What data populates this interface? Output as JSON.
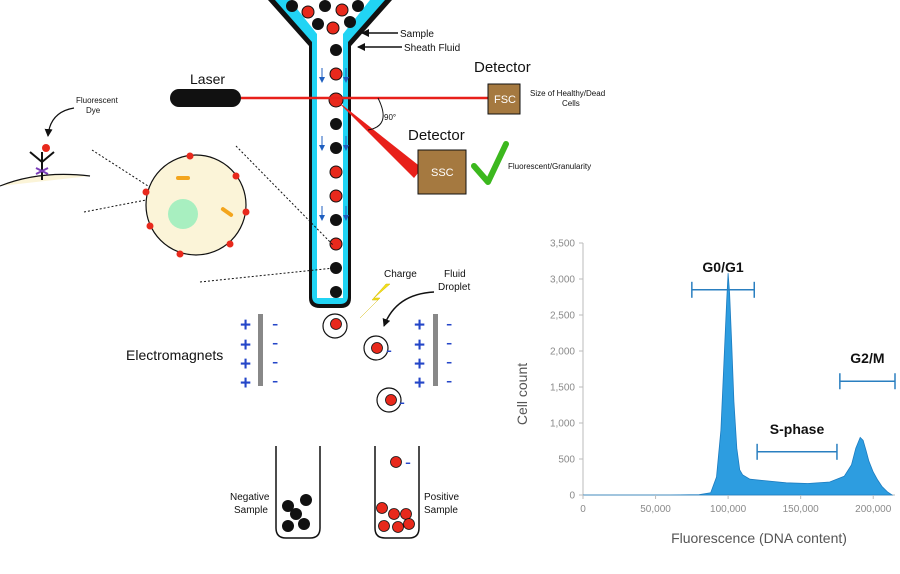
{
  "labels": {
    "sample": "Sample",
    "sheath_fluid": "Sheath Fluid",
    "laser": "Laser",
    "detector_fsc": "Detector",
    "fsc": "FSC",
    "fsc_desc_1": "Size of Healthy/Dead",
    "fsc_desc_2": "Cells",
    "angle": "90°",
    "detector_ssc": "Detector",
    "ssc": "SSC",
    "ssc_desc": "Fluorescent/Granularity",
    "fluorescent_dye_1": "Fluorescent",
    "fluorescent_dye_2": "Dye",
    "charge": "Charge",
    "fluid_droplet_1": "Fluid",
    "fluid_droplet_2": "Droplet",
    "electromagnets": "Electromagnets",
    "negative_sample_1": "Negative",
    "negative_sample_2": "Sample",
    "positive_sample_1": "Positive",
    "positive_sample_2": "Sample"
  },
  "colors": {
    "laser_red": "#e8201a",
    "cell_red": "#e8291c",
    "nozzle_cyan": "#21d4f4",
    "detector_brown": "#a57940",
    "check_green": "#3cb81e",
    "histogram_blue": "#2d9de0",
    "plus_blue": "#2446c8"
  },
  "chart_data": {
    "type": "area",
    "title": "",
    "xlabel": "Fluorescence (DNA content)",
    "ylabel": "Cell count",
    "xlim": [
      0,
      215000
    ],
    "ylim": [
      0,
      3500
    ],
    "x_ticks": [
      0,
      50000,
      100000,
      150000,
      200000
    ],
    "x_tick_labels": [
      "0",
      "50,000",
      "100,000",
      "150,000",
      "200,000"
    ],
    "y_ticks": [
      0,
      500,
      1000,
      1500,
      2000,
      2500,
      3000,
      3500
    ],
    "y_tick_labels": [
      "0",
      "500",
      "1,000",
      "1,500",
      "2,000",
      "2,500",
      "3,000",
      "3,500"
    ],
    "series": [
      {
        "x": [
          0,
          30000,
          60000,
          80000,
          88000,
          92000,
          95000,
          97000,
          99000,
          100000,
          101000,
          102500,
          104000,
          106000,
          108000,
          110000,
          115000,
          125000,
          140000,
          155000,
          170000,
          180000,
          185000,
          188000,
          191000,
          193000,
          195000,
          197000,
          200000,
          203000,
          206000,
          210000,
          213000
        ],
        "y": [
          0,
          0,
          0,
          5,
          30,
          250,
          900,
          1800,
          2700,
          3080,
          2800,
          2100,
          1300,
          650,
          350,
          280,
          220,
          200,
          170,
          160,
          180,
          260,
          420,
          650,
          800,
          760,
          620,
          470,
          320,
          210,
          120,
          40,
          0
        ]
      }
    ],
    "regions": [
      {
        "label": "G0/G1",
        "x_start": 75000,
        "x_end": 118000,
        "y": 2850
      },
      {
        "label": "S-phase",
        "x_start": 120000,
        "x_end": 175000,
        "y": 600
      },
      {
        "label": "G2/M",
        "x_start": 177000,
        "x_end": 215000,
        "y": 1580
      }
    ]
  }
}
